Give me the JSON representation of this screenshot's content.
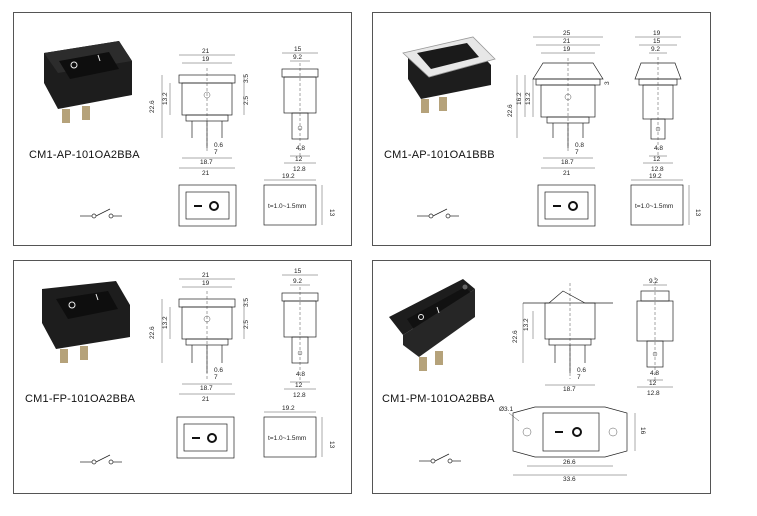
{
  "panels": [
    {
      "model": "CM1-AP-101OA2BBA",
      "variant": "plain",
      "front_dims": {
        "top1": "21",
        "top2": "19",
        "left1": "22.6",
        "left2": "13.2",
        "right1": "3.5",
        "right2": "2.5",
        "pin1": "0.6",
        "pin2": "7",
        "bot1": "18.7",
        "bot2": "21"
      },
      "side_dims": {
        "top1": "15",
        "top2": "9.2",
        "pin": "4.8",
        "bot1": "12",
        "bot2": "12.8"
      },
      "panel_dims": {
        "width": "19.2",
        "thickness": "t=1.0~1.5mm",
        "height": "13"
      }
    },
    {
      "model": "CM1-AP-101OA1BBB",
      "variant": "cover",
      "front_dims": {
        "top0": "25",
        "top1": "21",
        "top2": "19",
        "left1": "22.6",
        "left2": "16.2",
        "left3": "13.2",
        "right1": "3",
        "pin1": "0.8",
        "pin2": "7",
        "bot1": "18.7",
        "bot2": "21"
      },
      "side_dims": {
        "top0": "19",
        "top1": "15",
        "top2": "9.2",
        "pin": "4.8",
        "bot1": "12",
        "bot2": "12.8"
      },
      "panel_dims": {
        "width": "19.2",
        "thickness": "t=1.0~1.5mm",
        "height": "13"
      }
    },
    {
      "model": "CM1-FP-101OA2BBA",
      "variant": "plain",
      "front_dims": {
        "top1": "21",
        "top2": "19",
        "left1": "22.6",
        "left2": "13.2",
        "right1": "3.5",
        "right2": "2.5",
        "pin1": "0.6",
        "pin2": "7",
        "bot1": "18.7",
        "bot2": "21"
      },
      "side_dims": {
        "top1": "15",
        "top2": "9.2",
        "pin": "4.8",
        "bot1": "12",
        "bot2": "12.8"
      },
      "panel_dims": {
        "width": "19.2",
        "thickness": "t=1.0~1.5mm",
        "height": "13"
      }
    },
    {
      "model": "CM1-PM-101OA2BBA",
      "variant": "flange",
      "front_dims": {
        "left1": "22.6",
        "left2": "13.2",
        "pin1": "0.6",
        "pin2": "7",
        "bot1": "18.7"
      },
      "side_dims": {
        "top1": "9.2",
        "pin": "4.8",
        "bot1": "12",
        "bot2": "12.8"
      },
      "flange_dims": {
        "hole": "Ø3.1",
        "inner": "26.6",
        "outer": "33.6",
        "height": "16"
      }
    }
  ]
}
